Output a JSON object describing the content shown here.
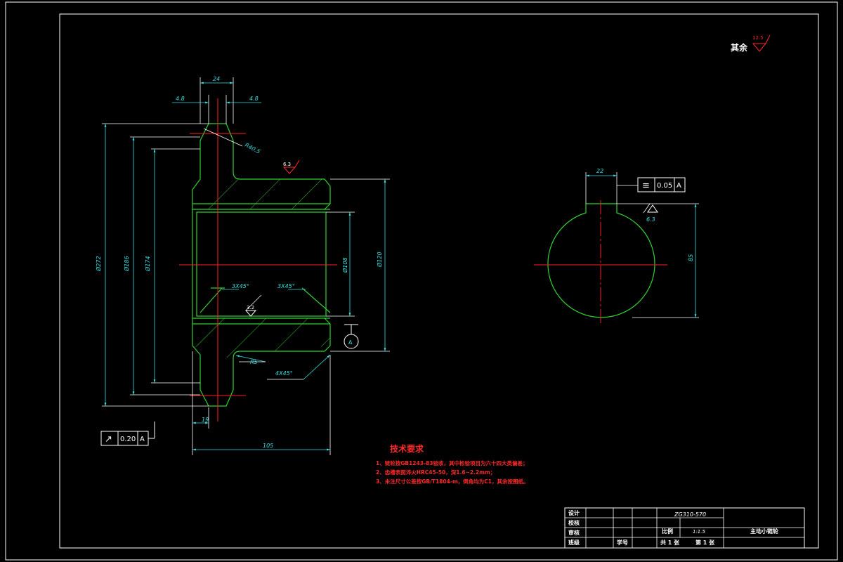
{
  "surface_finish": {
    "label": "其余",
    "value": "12.5",
    "bore_top_value": "6.3",
    "bore_inner_value": "3.2",
    "keyway_value": "6.3"
  },
  "front_view": {
    "dims": {
      "width_24": "24",
      "left_4_8": "4.8",
      "right_4_8": "4.8",
      "radius_tip": "R40.5",
      "dia_272": "Ø272",
      "dia_186": "Ø186",
      "dia_174": "Ø174",
      "bore_108": "Ø108",
      "dia_120": "Ø120",
      "chamfer_a": "3X45°",
      "chamfer_b": "3X45°",
      "radius_5": "R5",
      "chamfer_c": "4X45°",
      "width_19": "19",
      "length_105": "105",
      "datum": "A"
    },
    "tolerance": {
      "symbol": "↗",
      "value": "0.20",
      "datum": "A"
    }
  },
  "side_view": {
    "dims": {
      "keyway_width": "22",
      "height_85": "85"
    },
    "tolerance": {
      "symbol": "≡",
      "value": "0.05",
      "datum": "A"
    }
  },
  "tech_requirements": {
    "title": "技术要求",
    "items": [
      "1、链轮按GB1243-83验收，其中检验项目为六十四大类偏差；",
      "2、齿槽表面淬火HRC45-50，深1.6~2.2mm；",
      "3、未注尺寸公差按GB/T1804-m，倒角均为C1，其余按图纸。"
    ]
  },
  "title_block": {
    "design": "设计",
    "check": "校核",
    "review": "审核",
    "class": "班级",
    "student_id": "学号",
    "drawing_no": "ZG310-570",
    "scale_label": "比例",
    "scale_value": "1:1.5",
    "part_name": "主动小链轮",
    "sheets_total": "共 1 张",
    "sheet_no": "第 1 张"
  },
  "colors": {
    "outline": "#2fd12f",
    "dimension": "#36e0e0",
    "centerline": "#ff2020",
    "frame": "#ffffff",
    "note": "#ff2a2a"
  }
}
